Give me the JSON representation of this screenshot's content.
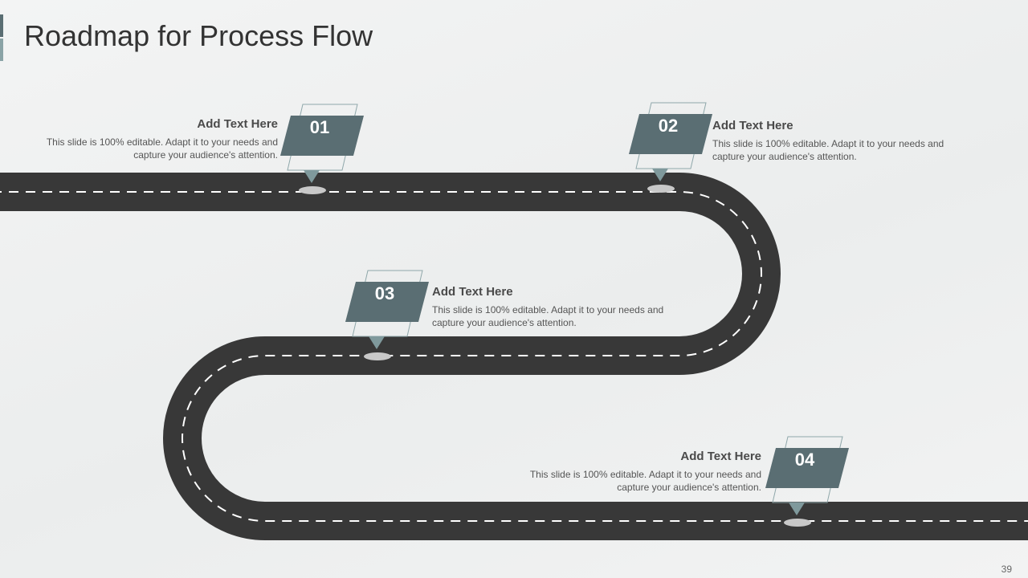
{
  "slide": {
    "title": "Roadmap for Process Flow",
    "page_number": "39"
  },
  "colors": {
    "road": "#383838",
    "lane_marking": "#ffffff",
    "marker": "#5a6e73",
    "marker_pointer": "#7f999c",
    "marker_outline": "#8fa7aa",
    "marker_base": "#c8c8c8"
  },
  "milestones": [
    {
      "number": "01",
      "heading": "Add Text Here",
      "body": "This slide is 100% editable. Adapt it to your needs and capture your audience's attention."
    },
    {
      "number": "02",
      "heading": "Add Text Here",
      "body": "This slide is 100% editable. Adapt it to your needs and capture your audience's attention."
    },
    {
      "number": "03",
      "heading": "Add Text Here",
      "body": "This slide is 100% editable. Adapt it to your needs and capture your audience's attention."
    },
    {
      "number": "04",
      "heading": "Add Text Here",
      "body": "This slide is 100% editable. Adapt it to your needs and capture your audience's attention."
    }
  ]
}
